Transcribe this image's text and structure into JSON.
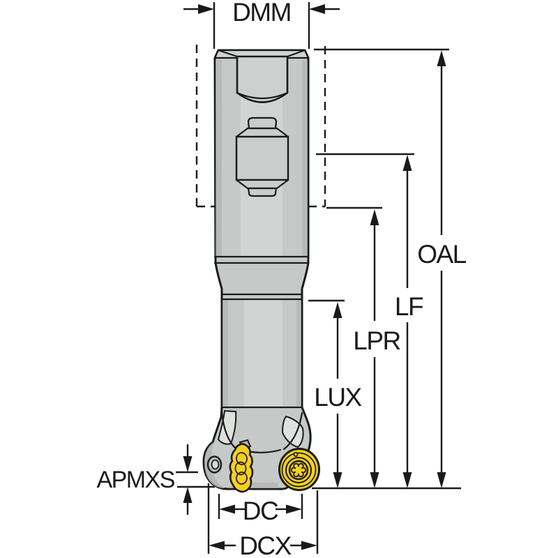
{
  "diagram": {
    "type": "technical-dimension-drawing",
    "subject": "Indexable round-insert end mill, side view with dimension callouts",
    "labels": {
      "dmm": "DMM",
      "oal": "OAL",
      "lf": "LF",
      "lpr": "LPR",
      "lux": "LUX",
      "apmxs": "APMXS",
      "dc": "DC",
      "dcx": "DCX"
    },
    "colors": {
      "background": "#ffffff",
      "outline": "#1a1a1a",
      "body_gray": "#c5c9c7",
      "body_highlight": "#d6d9d7",
      "body_shadow": "#b0b4b2",
      "flute_gray": "#dfe1de",
      "insert_yellow": "#f6d01e",
      "insert_yellow_dark": "#f0c713"
    }
  }
}
